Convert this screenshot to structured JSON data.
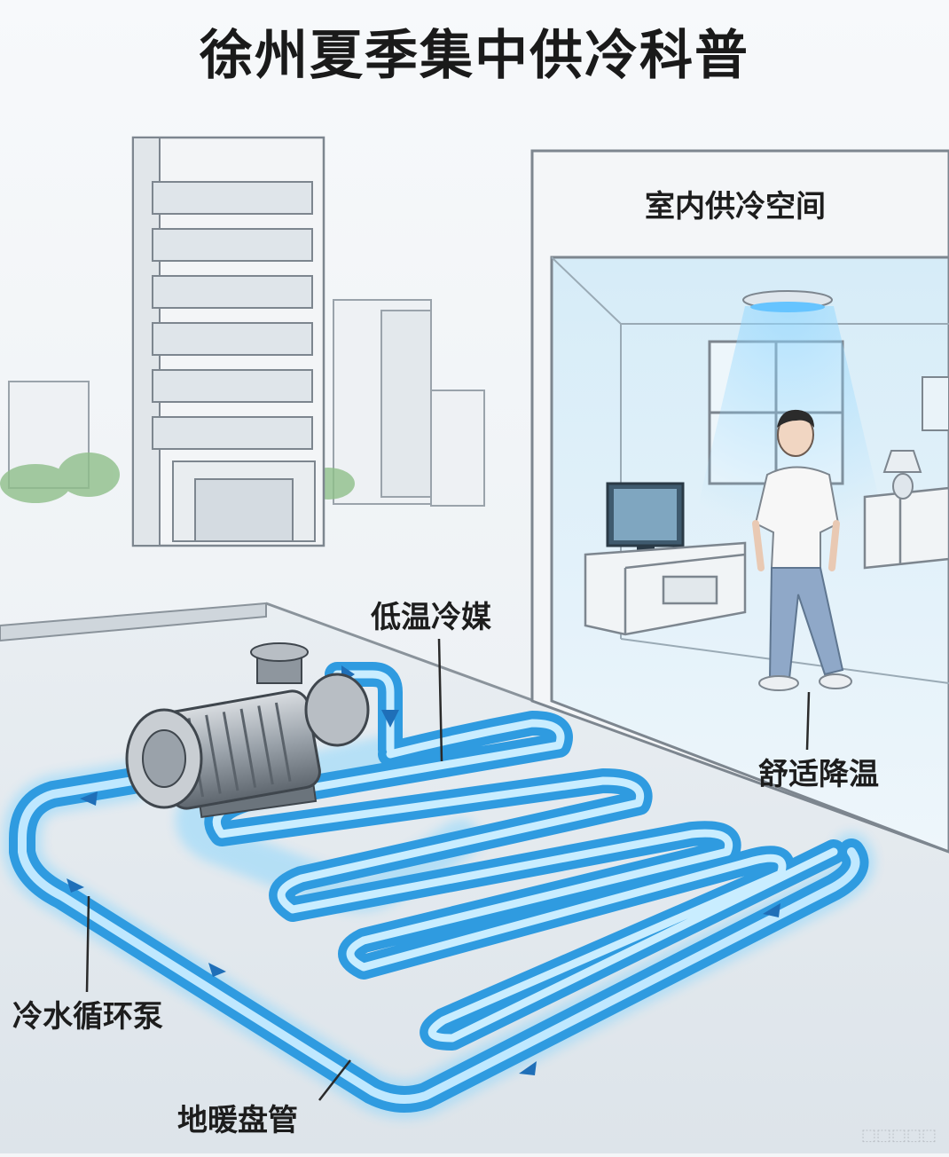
{
  "title": "徐州夏季集中供冷科普",
  "labels": {
    "indoor_space": "室内供冷空间",
    "low_temp_refrigerant": "低温冷媒",
    "comfort_cooling": "舒适降温",
    "chilled_water_pump": "冷水循环泵",
    "floor_coil": "地暖盘管"
  },
  "watermark": "⬚⬚⬚⬚⬚",
  "colors": {
    "pipe_blue": "#3aa8e8",
    "pipe_light": "#bfe8ff",
    "sky": "#eef2f5",
    "ink": "#1d1d1d"
  },
  "icons": [
    "pump-icon",
    "tv-icon",
    "lamp-icon",
    "person-icon",
    "ceiling-light-icon",
    "flow-arrow-icon"
  ]
}
